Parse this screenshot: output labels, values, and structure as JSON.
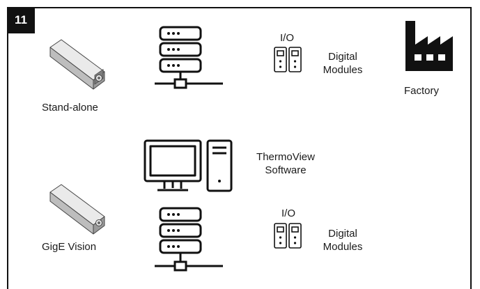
{
  "figure": {
    "number": "11"
  },
  "standalone": {
    "label": "Stand-alone",
    "io": "I/O",
    "modules_line1": "Digital",
    "modules_line2": "Modules",
    "factory": "Factory"
  },
  "gige": {
    "label": "GigE Vision",
    "software_line1": "ThermoView",
    "software_line2": "Software",
    "io": "I/O",
    "modules_line1": "Digital",
    "modules_line2": "Modules"
  },
  "icons": [
    "camera-icon",
    "server-network-icon",
    "io-module-icon",
    "factory-icon",
    "computer-monitor-icon",
    "computer-tower-icon"
  ]
}
